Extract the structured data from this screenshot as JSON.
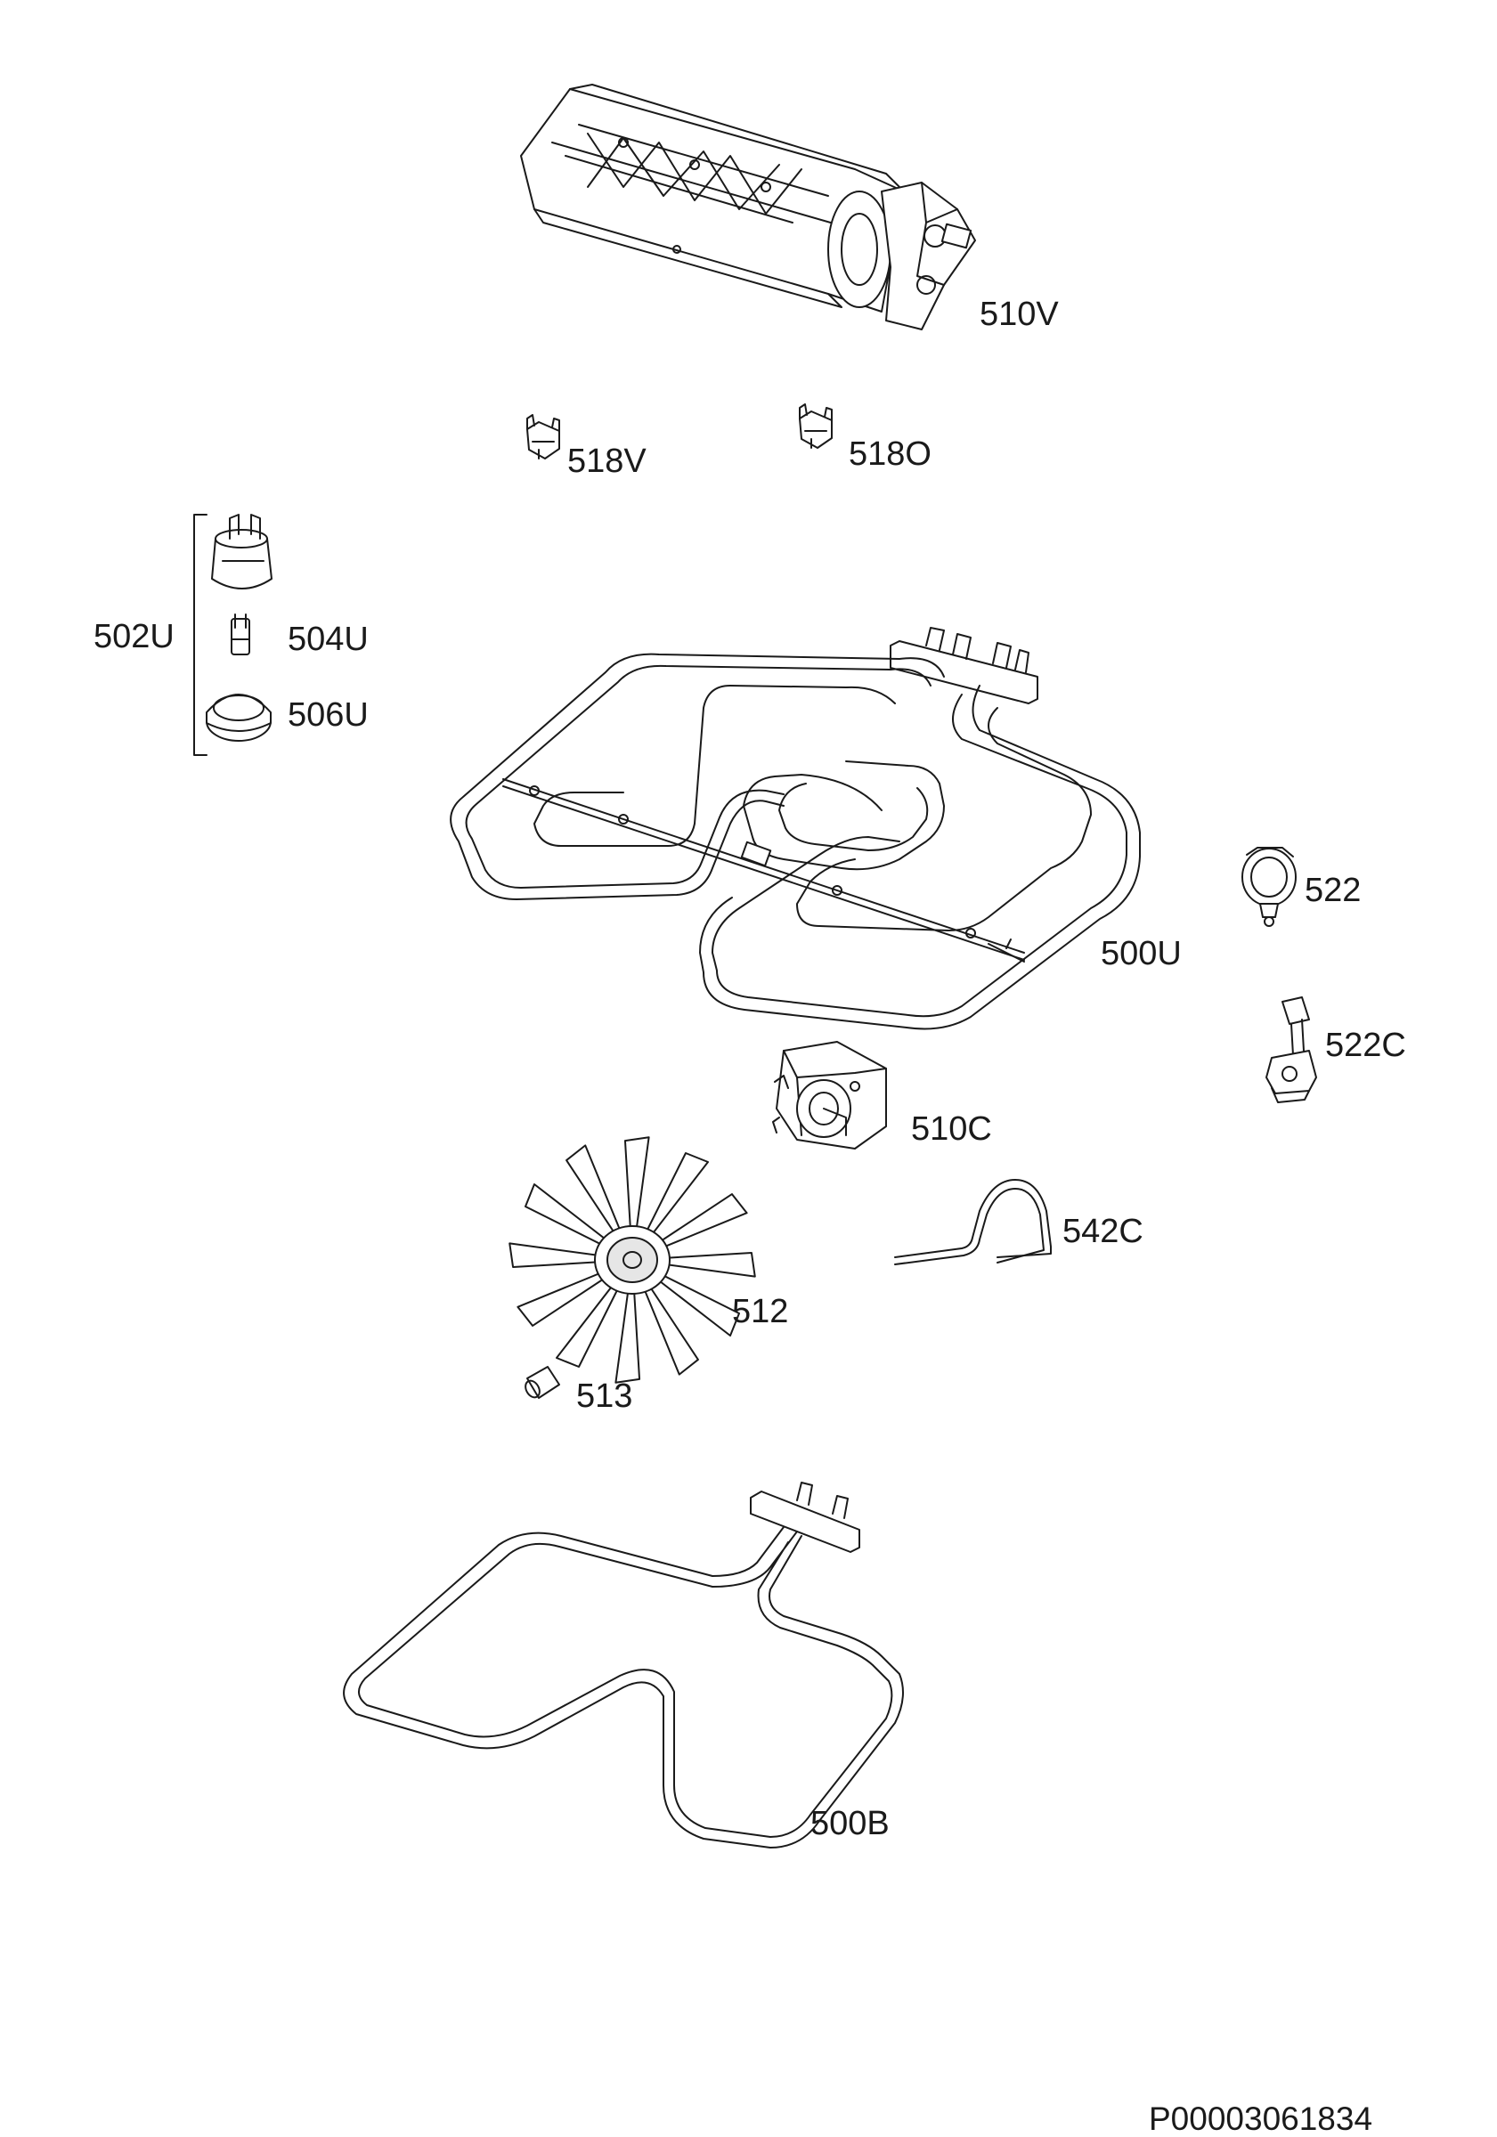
{
  "labels": {
    "fan_housing": "510V",
    "clip_left": "518V",
    "clip_right": "518O",
    "group_bracket": "502U",
    "connector": "504U",
    "bulb_cover": "506U",
    "top_heater": "500U",
    "clamp": "522",
    "clamp_thermostat": "522C",
    "fan_motor": "510C",
    "wire_clip": "542C",
    "fan_blade": "512",
    "nut": "513",
    "bottom_heater": "500B"
  },
  "reference": "P00003061834"
}
